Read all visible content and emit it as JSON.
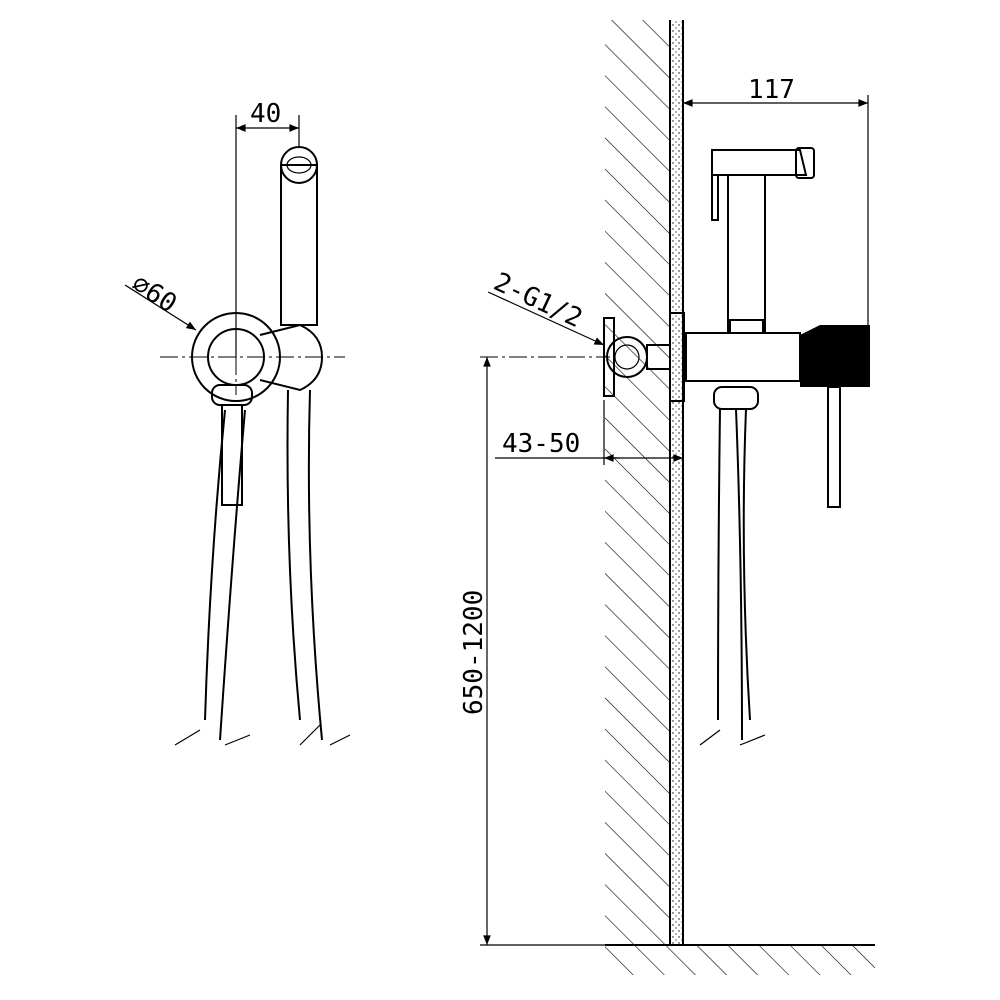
{
  "drawing": {
    "dimensions": {
      "handle_offset": "40",
      "plate_diameter": "⌀60",
      "projection": "117",
      "inlet_thread": "2-G1/2",
      "wall_depth": "43-50",
      "mount_height": "650-1200"
    },
    "colors": {
      "line": "#000000",
      "background": "#ffffff"
    }
  }
}
